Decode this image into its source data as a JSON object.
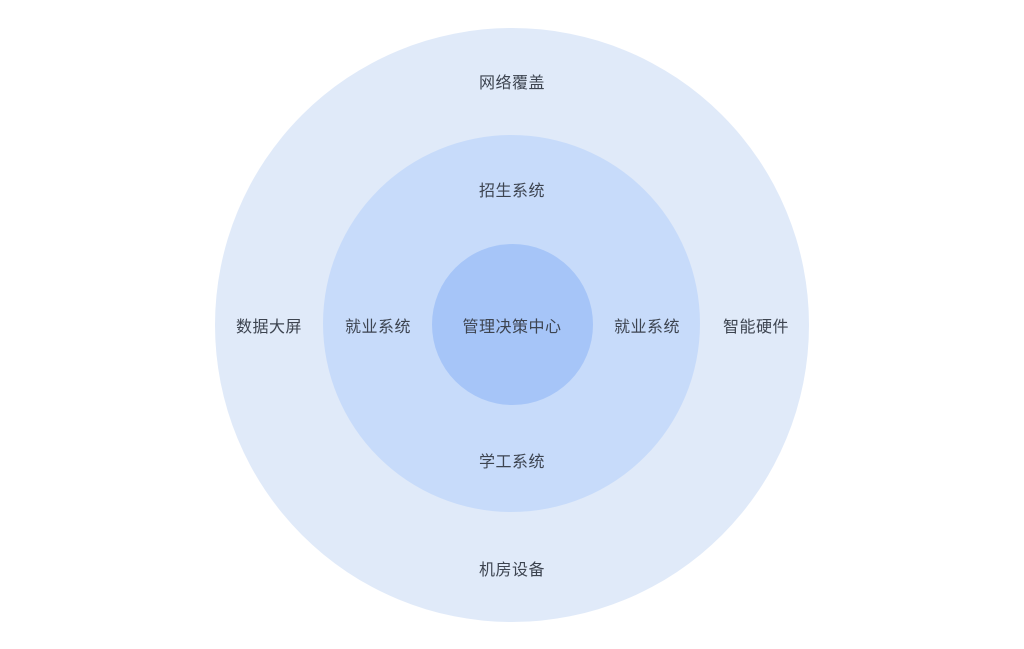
{
  "diagram": {
    "outer_ring": {
      "top": "网络覆盖",
      "bottom": "机房设备",
      "left": "数据大屏",
      "right": "智能硬件"
    },
    "middle_ring": {
      "top": "招生系统",
      "bottom": "学工系统",
      "left": "就业系统",
      "right": "就业系统"
    },
    "core": {
      "label": "管理决策中心"
    },
    "colors": {
      "outer": "#e0eaf9",
      "middle": "#c7dbfa",
      "core": "#a6c5f8",
      "text": "#3d4450"
    }
  }
}
